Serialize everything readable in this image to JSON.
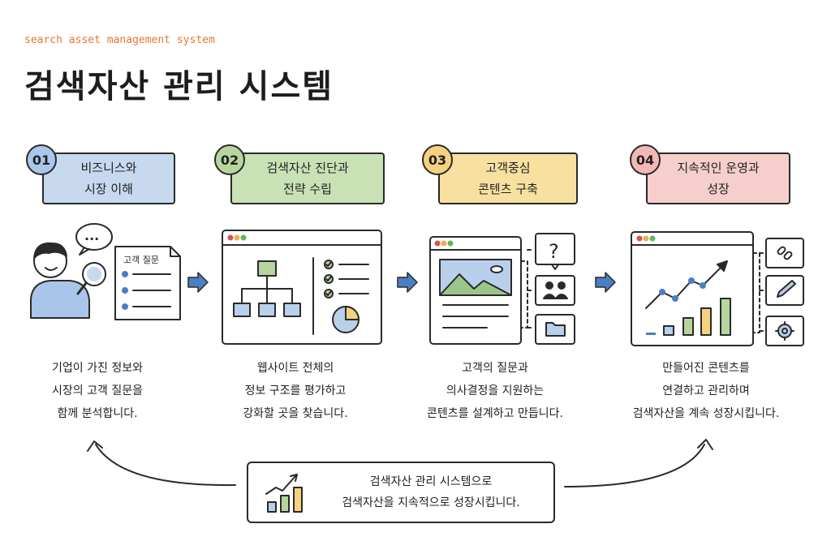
{
  "header": {
    "subtitle": "search asset management system",
    "title": "검색자산 관리 시스템"
  },
  "steps": [
    {
      "number": "01",
      "label": "비즈니스와\n시장 이해",
      "color": "#c7d8ef",
      "number_color": "#aac6ea",
      "description": "기업이 가진 정보와\n시장의 고객 질문을\n함께 분석합니다."
    },
    {
      "number": "02",
      "label": "검색자산 진단과\n전략 수립",
      "color": "#c8e2b6",
      "number_color": "#b6d69e",
      "description": "웹사이트 전체의\n정보 구조를 평가하고\n강화할 곳을 찾습니다."
    },
    {
      "number": "03",
      "label": "고객중심\n콘텐츠 구축",
      "color": "#f8e0a0",
      "number_color": "#f6d27e",
      "description": "고객의 질문과\n의사결정을 지원하는\n콘텐츠를 설계하고 만듭니다."
    },
    {
      "number": "04",
      "label": "지속적인 운영과\n성장",
      "color": "#f6cfcc",
      "number_color": "#f2b9b4",
      "description": "만들어진 콘텐츠를\n연결하고 관리하며\n검색자산을 계속 성장시킵니다."
    }
  ],
  "illustrations": {
    "question_card_title": "고객 질문",
    "speech_bubble_text": "...",
    "question_mark": "?"
  },
  "summary": {
    "text": "검색자산 관리 시스템으로\n검색자산을 지속적으로 성장시킵니다."
  },
  "colors": {
    "accent_orange": "#e8772e",
    "arrow_blue": "#4a7fc4",
    "ink": "#2a2a2a",
    "bar_blue": "#b9d0ec",
    "bar_green": "#b6d69e",
    "bar_yellow": "#f6d27e"
  }
}
